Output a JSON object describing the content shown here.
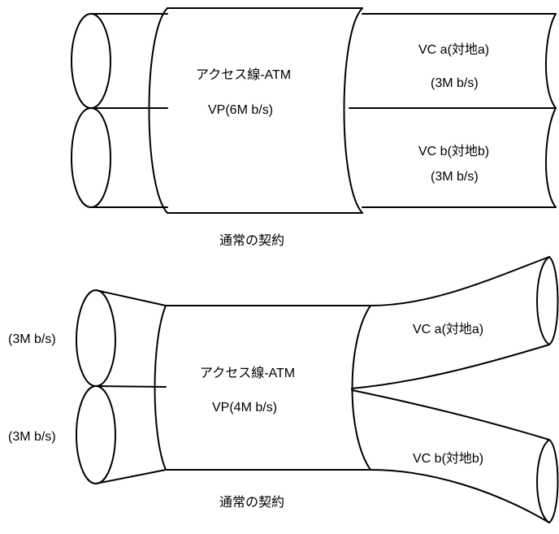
{
  "diagrams": [
    {
      "access_label": "アクセス線-ATM",
      "vp_label": "VP(6M b/s)",
      "vc_a_label": "VC  a(対地a)",
      "vc_a_rate": "(3M b/s)",
      "vc_b_label": "VC  b(対地b)",
      "vc_b_rate": "(3M b/s)",
      "caption": "通常の契約"
    },
    {
      "access_label": "アクセス線-ATM",
      "vp_label": "VP(4M b/s)",
      "vc_a_label": "VC  a(対地a)",
      "vc_b_label": "VC  b(対地b)",
      "left_top_rate": "(3M b/s)",
      "left_bottom_rate": "(3M b/s)",
      "caption": "通常の契約"
    }
  ],
  "colors": {
    "line": "#000000",
    "background": "#ffffff"
  }
}
